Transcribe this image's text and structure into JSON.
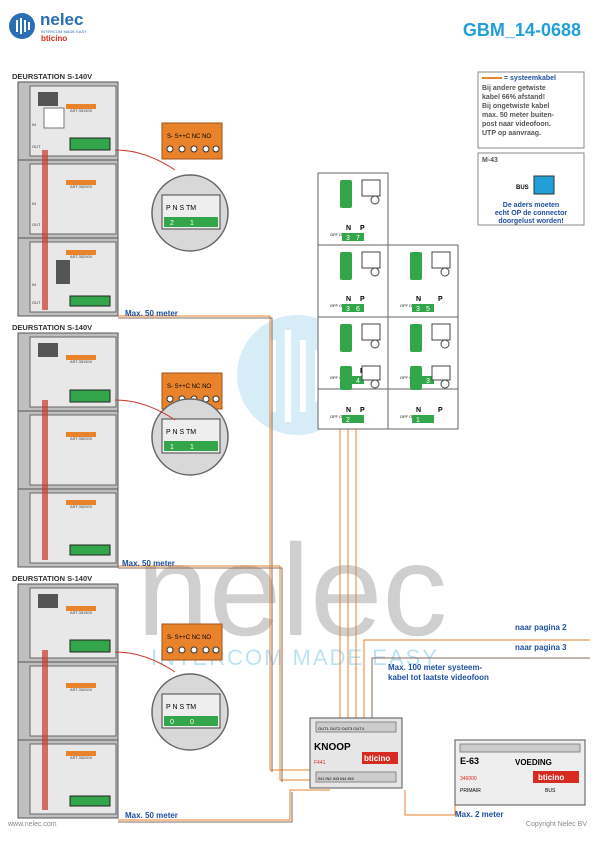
{
  "header": {
    "brand": "nelec",
    "brand_tagline": "INTERCOM MADE EASY",
    "partner_brand": "bticino",
    "document_code": "GBM_14-0688"
  },
  "door_stations": [
    {
      "label": "DEURSTATION S-140V",
      "article_top": "ART.351500",
      "article_mid": "ART.352000",
      "article_bottom": "ART.352000"
    },
    {
      "label": "DEURSTATION S-140V",
      "article_top": "ART.351500",
      "article_mid": "ART.352000",
      "article_bottom": "ART.352000"
    },
    {
      "label": "DEURSTATION S-140V",
      "article_top": "ART.351500",
      "article_mid": "ART.352000",
      "article_bottom": "ART.352000"
    }
  ],
  "terminal_block": {
    "labels": [
      "S-",
      "S+",
      "C",
      "NC",
      "NO"
    ]
  },
  "config_magnifier": {
    "labels": [
      "P",
      "N",
      "S",
      "TM"
    ],
    "values_1": [
      "2",
      "1"
    ],
    "values_2": [
      "1",
      "1"
    ],
    "values_3": [
      "0",
      "0"
    ]
  },
  "cable_notes": {
    "max_50": "Max. 50 meter",
    "max_100_line1": "Max. 100 meter systeem-",
    "max_100_line2": "kabel tot laatste videofoon",
    "max_2": "Max. 2 meter",
    "naar_pagina_2": "naar pagina 2",
    "naar_pagina_3": "naar pagina 3",
    "in": "IN",
    "out": "OUT"
  },
  "legend": {
    "line1": "= systeemkabel",
    "line2": "Bij andere getwiste",
    "line3": "kabel 66% afstand!",
    "line4": "Bij ongetwiste kabel",
    "line5": "max. 50 meter buiten-",
    "line6": "post naar videofoon.",
    "line7": "UTP op aanvraag."
  },
  "m43_box": {
    "title": "M-43",
    "bus": "BUS",
    "note1": "De aders moeten",
    "note2": "echt OP de connector",
    "note3": "doorgelust worden!"
  },
  "monitors": {
    "np_n": "N",
    "np_p": "P",
    "off_on": "OFF ON",
    "units": [
      {
        "n": "3",
        "p": "7"
      },
      {
        "n": "3",
        "p": "6"
      },
      {
        "n": "3",
        "p": "5"
      },
      {
        "n": "3",
        "p": "4"
      },
      {
        "n": "3",
        "p": "3"
      },
      {
        "n": "2",
        "p": ""
      },
      {
        "n": "1",
        "p": ""
      }
    ]
  },
  "knoop": {
    "title": "KNOOP",
    "model": "F441",
    "brand": "bticino",
    "bottom_labels": [
      "IN1",
      "IN2",
      "IN3",
      "IN4",
      "IN5"
    ],
    "top_labels": [
      "OUT1",
      "OUT2",
      "OUT3",
      "OUT4"
    ]
  },
  "voeding": {
    "model": "E-63",
    "title": "VOEDING",
    "article": "346000",
    "brand": "bticino",
    "primair": "PRIMAIR",
    "bus": "BUS"
  },
  "watermark": {
    "text": "nelec",
    "tagline": "INTERCOM MADE EASY"
  },
  "footer": {
    "website": "www.nelec.com",
    "copyright": "Copyright Nelec BV"
  },
  "colors": {
    "brand_blue": "#2a6fb5",
    "accent_cyan": "#21a0d8",
    "cable_orange": "#e8832c",
    "bticino_red": "#d72a20",
    "label_blue": "#1f4fa0"
  }
}
